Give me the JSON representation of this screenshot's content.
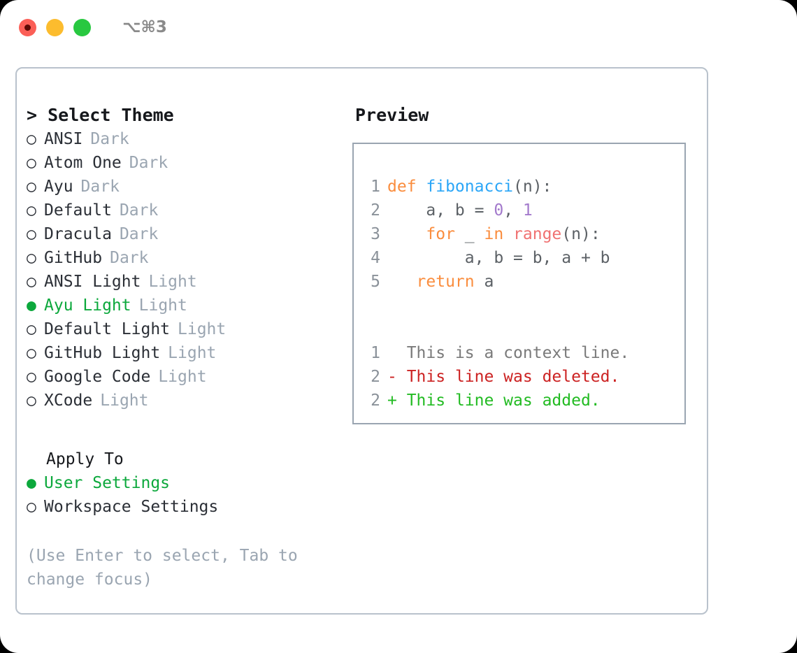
{
  "window": {
    "traffic_lights": [
      "close",
      "minimize",
      "maximize"
    ],
    "shortcut_label": "⌥⌘3"
  },
  "theme_panel": {
    "header": "> Select Theme",
    "themes": [
      {
        "marker": "○",
        "name": "ANSI",
        "variant": "Dark",
        "selected": false
      },
      {
        "marker": "○",
        "name": "Atom One",
        "variant": "Dark",
        "selected": false
      },
      {
        "marker": "○",
        "name": "Ayu",
        "variant": "Dark",
        "selected": false
      },
      {
        "marker": "○",
        "name": "Default",
        "variant": "Dark",
        "selected": false
      },
      {
        "marker": "○",
        "name": "Dracula",
        "variant": "Dark",
        "selected": false
      },
      {
        "marker": "○",
        "name": "GitHub",
        "variant": "Dark",
        "selected": false
      },
      {
        "marker": "○",
        "name": "ANSI Light",
        "variant": "Light",
        "selected": false
      },
      {
        "marker": "●",
        "name": "Ayu Light",
        "variant": "Light",
        "selected": true
      },
      {
        "marker": "○",
        "name": "Default Light",
        "variant": "Light",
        "selected": false
      },
      {
        "marker": "○",
        "name": "GitHub Light",
        "variant": "Light",
        "selected": false
      },
      {
        "marker": "○",
        "name": "Google Code",
        "variant": "Light",
        "selected": false
      },
      {
        "marker": "○",
        "name": "XCode",
        "variant": "Light",
        "selected": false
      }
    ],
    "apply_to": {
      "header": "Apply To",
      "options": [
        {
          "marker": "●",
          "label": "User Settings",
          "selected": true
        },
        {
          "marker": "○",
          "label": "Workspace Settings",
          "selected": false
        }
      ]
    },
    "hint": "(Use Enter to select, Tab to change focus)"
  },
  "preview": {
    "title": "Preview",
    "code_lines": [
      {
        "lineno": "1",
        "tokens": [
          {
            "text": "def ",
            "type": "kw"
          },
          {
            "text": "fibonacci",
            "type": "fn"
          },
          {
            "text": "(n):",
            "type": "plain"
          }
        ]
      },
      {
        "lineno": "2",
        "tokens": [
          {
            "text": "    a, b = ",
            "type": "plain"
          },
          {
            "text": "0",
            "type": "num"
          },
          {
            "text": ", ",
            "type": "plain"
          },
          {
            "text": "1",
            "type": "num"
          }
        ]
      },
      {
        "lineno": "3",
        "tokens": [
          {
            "text": "    ",
            "type": "plain"
          },
          {
            "text": "for",
            "type": "kw"
          },
          {
            "text": " _ ",
            "type": "plain"
          },
          {
            "text": "in",
            "type": "kw"
          },
          {
            "text": " ",
            "type": "plain"
          },
          {
            "text": "range",
            "type": "call"
          },
          {
            "text": "(n):",
            "type": "plain"
          }
        ]
      },
      {
        "lineno": "4",
        "tokens": [
          {
            "text": "        a, b = b, a + b",
            "type": "plain"
          }
        ]
      },
      {
        "lineno": "5",
        "tokens": [
          {
            "text": "   ",
            "type": "plain"
          },
          {
            "text": "return",
            "type": "kw"
          },
          {
            "text": " a",
            "type": "plain"
          }
        ]
      }
    ],
    "diff_lines": [
      {
        "lineno": "1",
        "sign": "  ",
        "text": "This is a context line.",
        "kind": "ctx"
      },
      {
        "lineno": "2",
        "sign": "- ",
        "text": "This line was deleted.",
        "kind": "del"
      },
      {
        "lineno": "2",
        "sign": "+ ",
        "text": "This line was added.",
        "kind": "add"
      }
    ]
  },
  "colors": {
    "accent_green": "#0ca83c",
    "muted": "#9aa5b1",
    "keyword": "#fa8d3e",
    "function": "#2ba6f7",
    "number": "#a37acc",
    "call": "#f07171",
    "diff_add": "#22bb22",
    "diff_del": "#cc2222",
    "panel_border": "#b9c2cc",
    "preview_border": "#9aa5b1"
  }
}
